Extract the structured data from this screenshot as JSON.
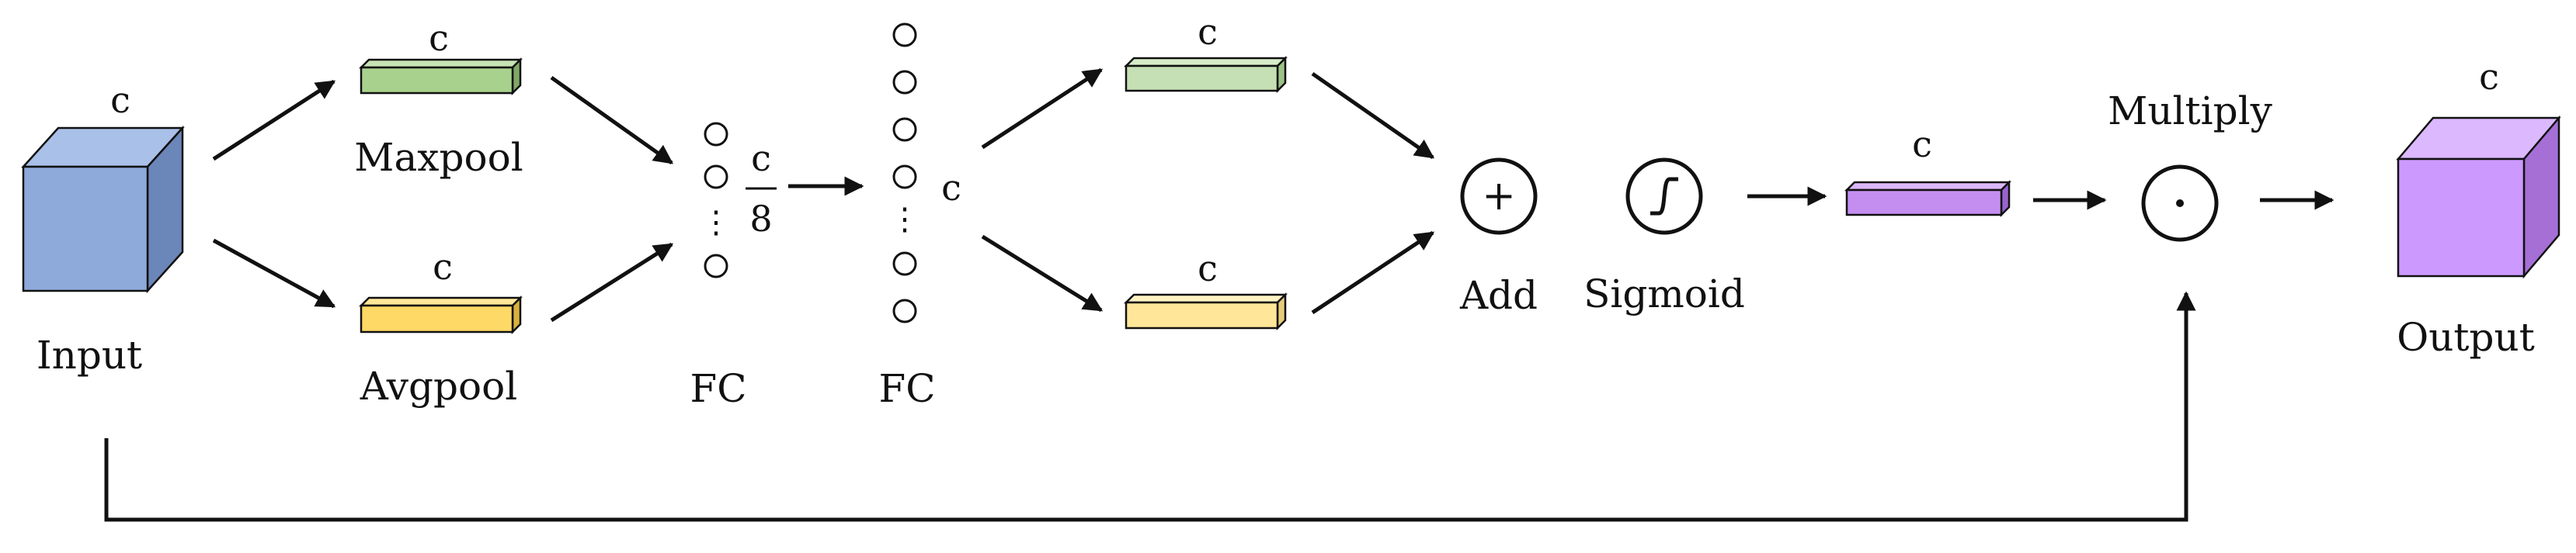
{
  "channel_symbol": "c",
  "labels": {
    "input": "Input",
    "maxpool": "Maxpool",
    "avgpool": "Avgpool",
    "fc1": "FC",
    "fc2": "FC",
    "add": "Add",
    "sigmoid": "Sigmoid",
    "multiply": "Multiply",
    "output": "Output"
  },
  "fc1_ratio": {
    "numerator": "c",
    "denominator": "8"
  },
  "fc2_size": "c",
  "vertical_ellipsis": "⋮",
  "add_symbol": "+",
  "multiply_symbol": "·",
  "colors": {
    "input_cube": "#8eaadb",
    "maxpool_bar": "#a9d18e",
    "avgpool_bar": "#ffd966",
    "attention_bar": "#c48ef0",
    "output_cube": "#cc99ff"
  }
}
